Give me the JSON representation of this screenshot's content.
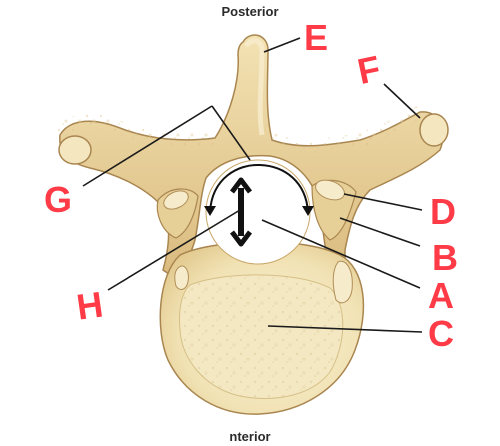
{
  "diagram": {
    "title_top": "Posterior",
    "title_bottom": "nterior",
    "label_color": "#ff3b47",
    "leader_color": "#1a1a1a",
    "arrow_color": "#111111",
    "bone_colors": {
      "fill": "#ecd7a3",
      "shadow": "#c9a76a",
      "body_fill": "#f5ebc6",
      "outline": "#9b7a45"
    },
    "labels": {
      "E": "E",
      "F": "F",
      "G": "G",
      "D": "D",
      "B": "B",
      "A": "A",
      "H": "H",
      "C": "C"
    }
  }
}
